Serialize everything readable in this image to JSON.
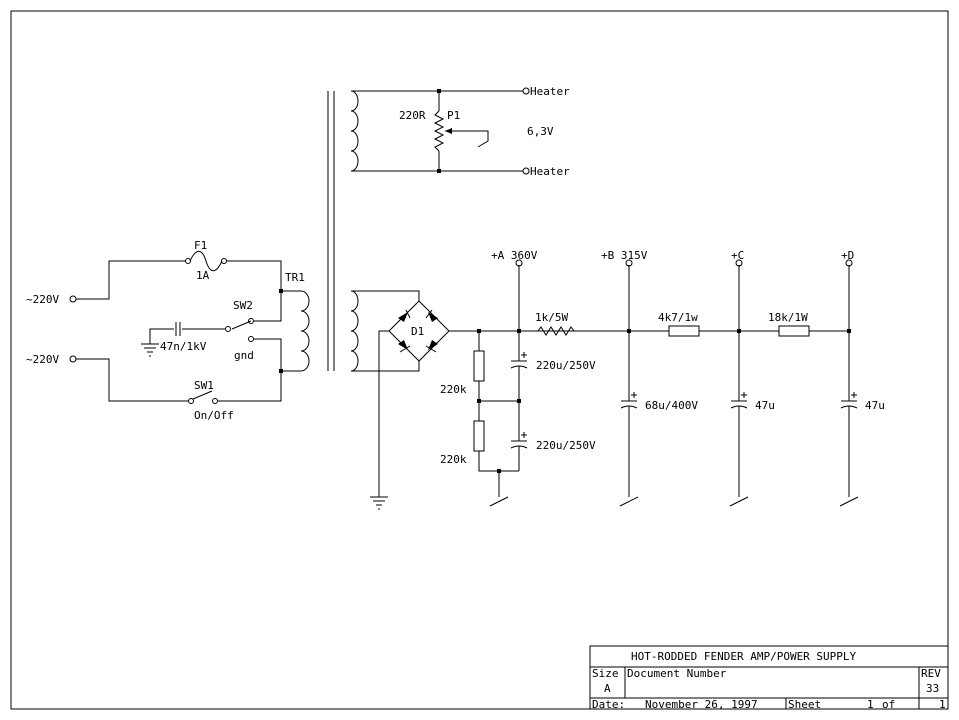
{
  "labels": {
    "heater_top": "Heater",
    "heater_bottom": "Heater",
    "r_220r": "220R",
    "p1": "P1",
    "v63": "6,3V",
    "f1": "F1",
    "f1_val": "1A",
    "tr1": "TR1",
    "sw2": "SW2",
    "cap47n": "47n/1kV",
    "gnd": "gnd",
    "mains_top": "~220V",
    "mains_bottom": "~220V",
    "sw1": "SW1",
    "onoff": "On/Off",
    "d1": "D1",
    "node_a": "+A  360V",
    "node_b": "+B  315V",
    "node_c": "+C",
    "node_d": "+D",
    "r_1k5w": "1k/5W",
    "r_4k7": "4k7/1w",
    "r_18k": "18k/1W",
    "c_220u_1": "220u/250V",
    "c_220u_2": "220u/250V",
    "c_68u": "68u/400V",
    "c_47u_1": "47u",
    "c_47u_2": "47u",
    "r_220k_1": "220k",
    "r_220k_2": "220k"
  },
  "title_block": {
    "title": "HOT-RODDED FENDER AMP/POWER SUPPLY",
    "size_label": "Size",
    "size_value": "A",
    "docnum_label": "Document Number",
    "rev_label": "REV",
    "rev_value": "33",
    "date_label": "Date:",
    "date_value": "November 26, 1997",
    "sheet_label": "Sheet",
    "sheet_value": "1",
    "of_label": "of",
    "of_value": "1"
  }
}
